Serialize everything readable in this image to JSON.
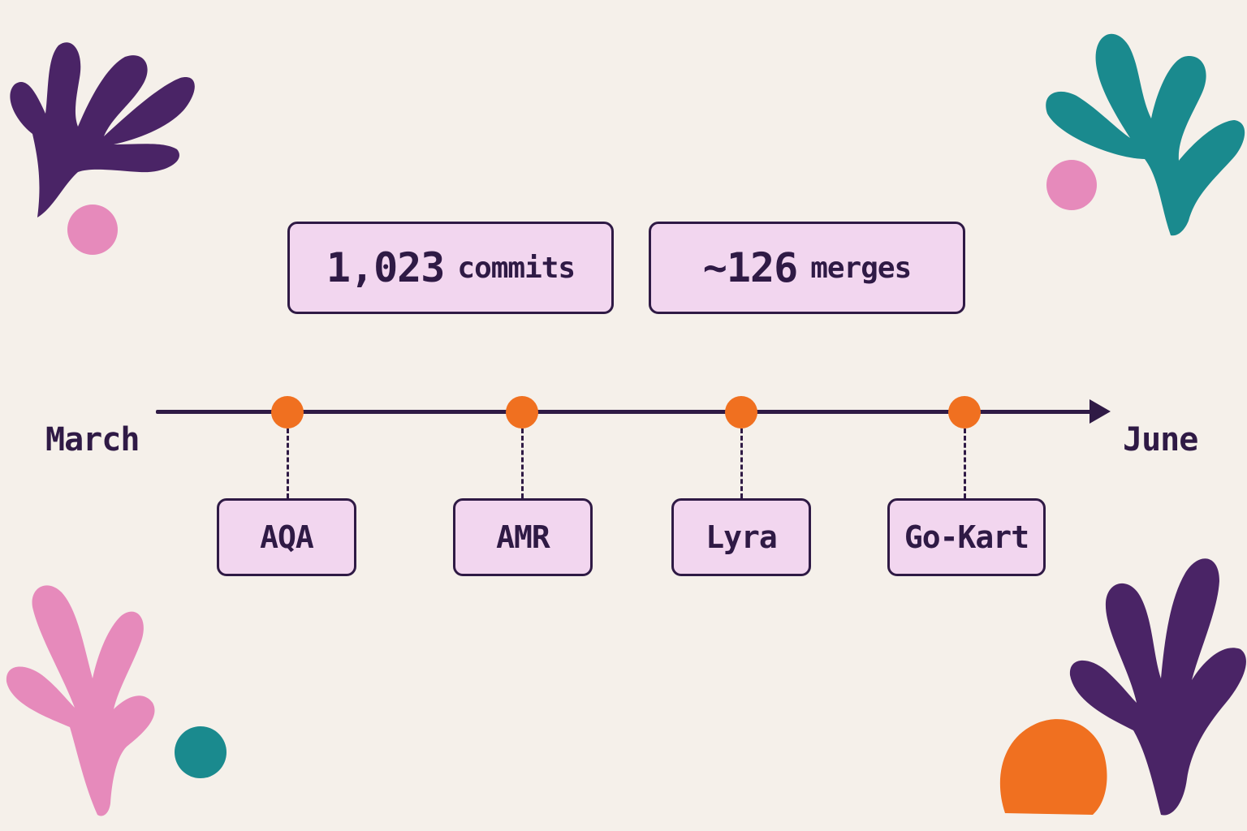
{
  "stats": {
    "commits": {
      "number": "1,023",
      "unit": "commits"
    },
    "merges": {
      "number": "~126",
      "unit": "merges"
    }
  },
  "timeline": {
    "start_label": "March",
    "end_label": "June",
    "milestones": [
      {
        "label": "AQA"
      },
      {
        "label": "AMR"
      },
      {
        "label": "Lyra"
      },
      {
        "label": "Go-Kart"
      }
    ]
  },
  "colors": {
    "background": "#f5f0ea",
    "ink": "#2f1a45",
    "box_fill": "#f2d6ef",
    "milestone_dot": "#f07020",
    "leaf_purple": "#4a2466",
    "leaf_teal": "#1a8a8e",
    "leaf_pink": "#e68abb",
    "dot_orange": "#f07020"
  }
}
